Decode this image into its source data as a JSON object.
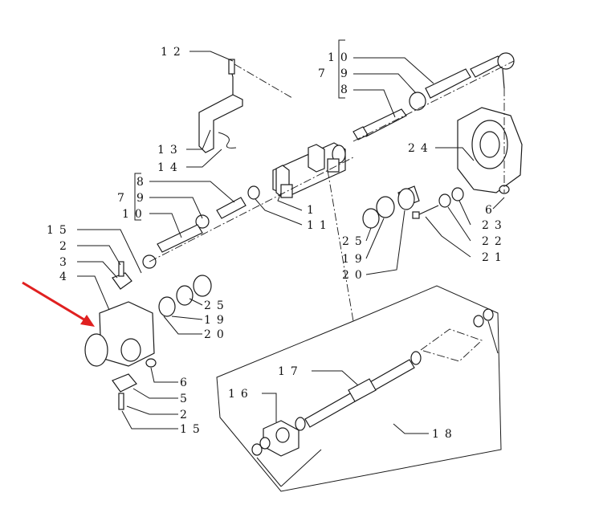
{
  "labels": {
    "l12": "12",
    "l10a": "10",
    "l7a": "7",
    "l9a": "9",
    "l8a": "8",
    "l13": "13",
    "l14": "14",
    "l24": "24",
    "l8b": "8",
    "l7b": "7",
    "l9b": "9",
    "l10b": "10",
    "l1": "1",
    "l11": "11",
    "l6a": "6",
    "l23": "23",
    "l22": "22",
    "l21": "21",
    "l25a": "25",
    "l19a": "19",
    "l20a": "20",
    "l15a": "15",
    "l2a": "2",
    "l3": "3",
    "l4": "4",
    "l25b": "25",
    "l19b": "19",
    "l20b": "20",
    "l6b": "6",
    "l5": "5",
    "l2b": "2",
    "l15b": "15",
    "l17": "17",
    "l16": "16",
    "l18": "18"
  },
  "colors": {
    "line": "#1a1a1a",
    "pointer_arrow": "#e02020",
    "background": "#ffffff"
  }
}
